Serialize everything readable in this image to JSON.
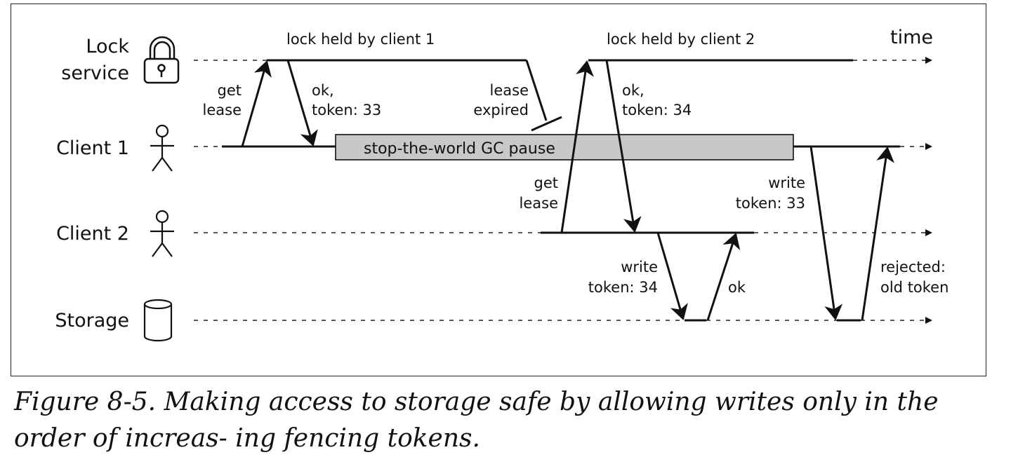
{
  "diagram": {
    "lanes": {
      "lock_line1": "Lock",
      "lock_line2": "service",
      "client1": "Client 1",
      "client2": "Client 2",
      "storage": "Storage"
    },
    "time_label": "time",
    "lock_held_1": "lock held by client 1",
    "lock_held_2": "lock held by client 2",
    "get_lease_1a": "get",
    "get_lease_1b": "lease",
    "ok_1a": "ok,",
    "ok_1b": "token: 33",
    "lease_exp_a": "lease",
    "lease_exp_b": "expired",
    "gc_pause": "stop-the-world GC pause",
    "get_lease_2a": "get",
    "get_lease_2b": "lease",
    "ok_2a": "ok,",
    "ok_2b": "token: 34",
    "write34_a": "write",
    "write34_b": "token: 34",
    "ok_storage": "ok",
    "write33_a": "write",
    "write33_b": "token: 33",
    "rejected_a": "rejected:",
    "rejected_b": "old token",
    "icons": [
      "padlock-icon",
      "stick-figure-icon",
      "stick-figure-icon",
      "database-cylinder-icon"
    ]
  },
  "caption": "Figure 8-5. Making access to storage safe by allowing writes only in the order of increas- ing fencing tokens."
}
